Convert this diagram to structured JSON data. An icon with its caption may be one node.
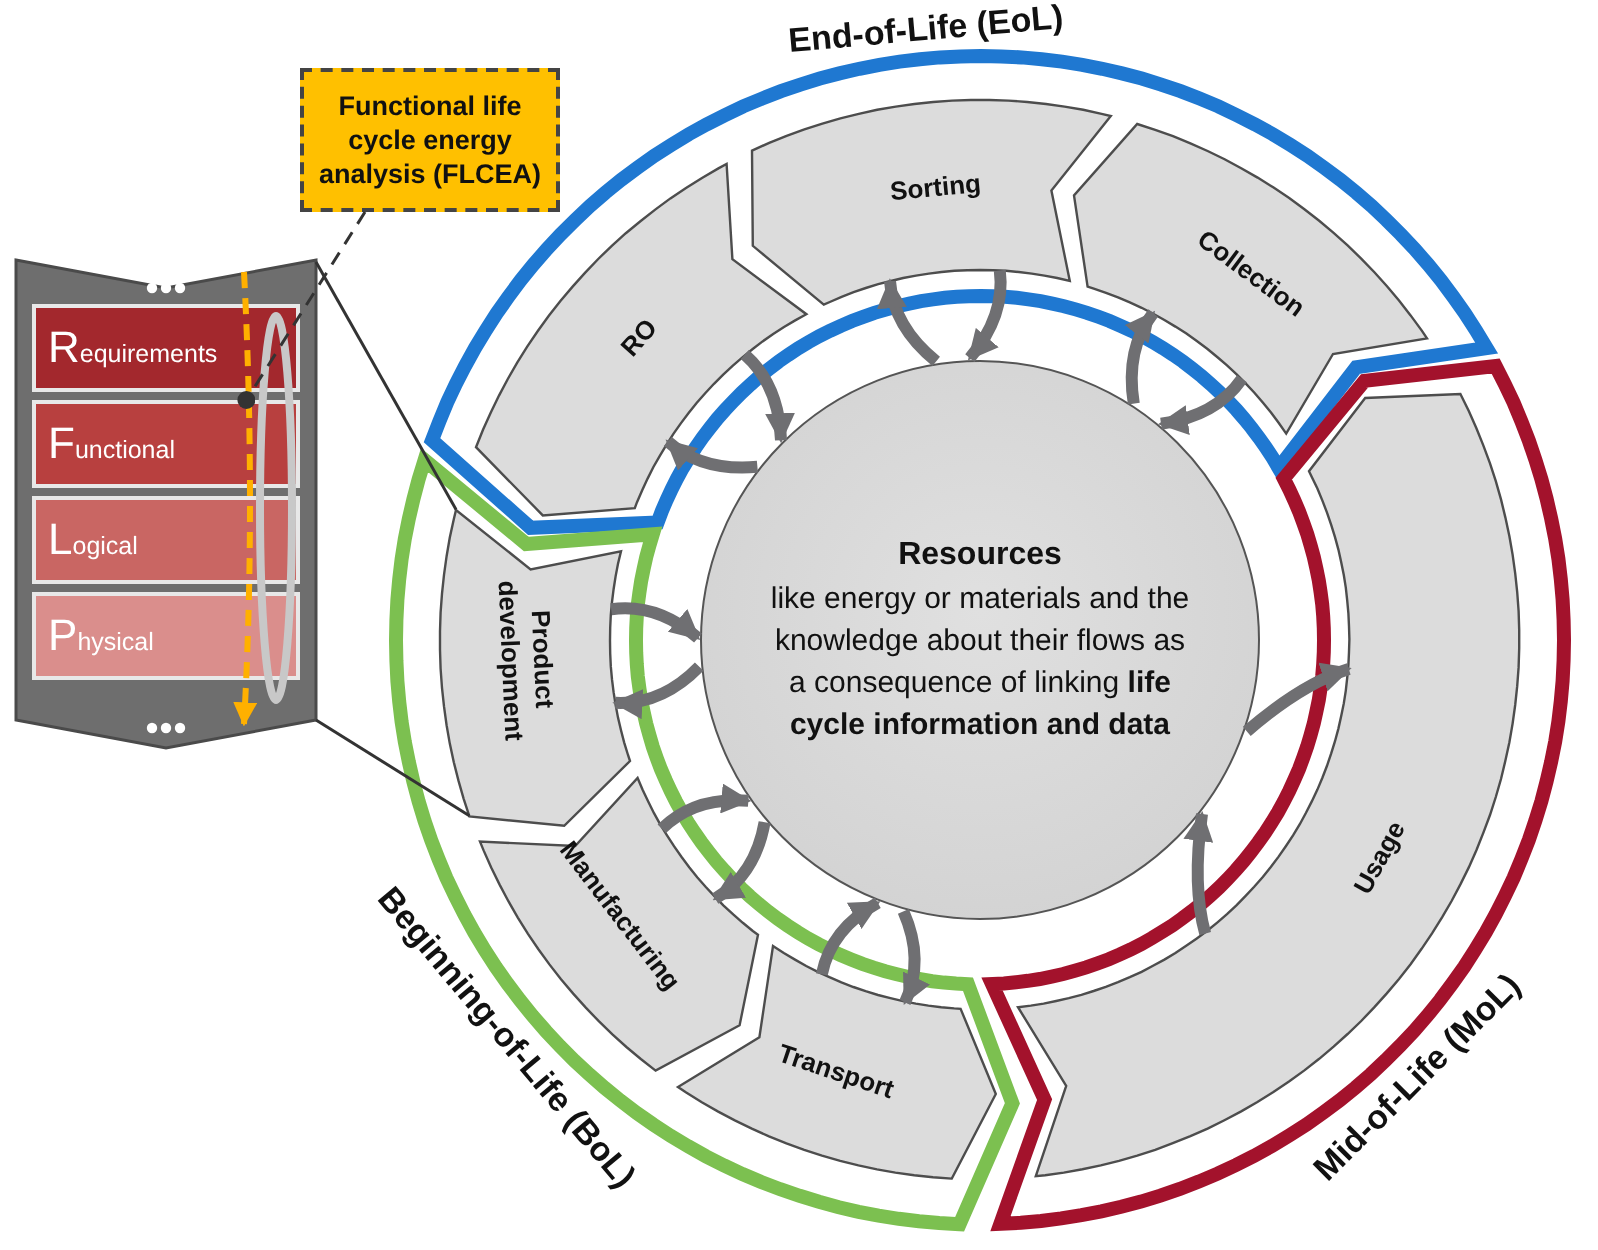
{
  "diagram": {
    "nodes": [
      {
        "text": [
          "Functional life cycle energy analysis (FLCEA)"
        ]
      },
      {
        "text": [],
        "shape": "box"
      },
      {
        "text": [
          "Requirements"
        ],
        "in": 1
      },
      {
        "text": [
          "Functional"
        ],
        "in": 1
      },
      {
        "text": [
          "Logical"
        ],
        "in": 1
      },
      {
        "text": [
          "Physical"
        ],
        "in": 1
      },
      {
        "text": [
          "End-of-Life (EoL)"
        ]
      },
      {
        "text": [
          "RO"
        ],
        "in": 6
      },
      {
        "text": [
          "Sorting"
        ],
        "in": 6
      },
      {
        "text": [
          "Collection"
        ],
        "in": 6
      },
      {
        "text": [
          "Mid-of-Life (MoL)"
        ]
      },
      {
        "text": [
          "Usage"
        ],
        "in": 10
      },
      {
        "text": [
          "Beginning-of-Life (BoL)"
        ]
      },
      {
        "text": [
          "Product development"
        ],
        "in": 12
      },
      {
        "text": [
          "Manufacturing"
        ],
        "in": 12
      },
      {
        "text": [
          "Transport"
        ],
        "in": 12
      },
      {
        "text": [
          "Resources",
          "like energy or materials and the knowledge about their flows as a consequence of linking **life cycle information and data**"
        ]
      }
    ],
    "edges": [
      {
        "from": 0,
        "to": 3,
        "arrow": "other",
        "style": "dashed",
        "color": "#333333"
      },
      {
        "from": 1,
        "to": 13,
        "arrow": "none",
        "color": "#333333"
      },
      {
        "from": 1,
        "to": 13,
        "arrow": "none",
        "color": "#333333"
      },
      {
        "from": 7,
        "to": 16,
        "arrow": "to"
      },
      {
        "from": 16,
        "to": 7,
        "arrow": "to"
      },
      {
        "from": 8,
        "to": 16,
        "arrow": "to"
      },
      {
        "from": 16,
        "to": 8,
        "arrow": "to"
      },
      {
        "from": 9,
        "to": 16,
        "arrow": "to"
      },
      {
        "from": 16,
        "to": 9,
        "arrow": "to"
      },
      {
        "from": 11,
        "to": 16,
        "arrow": "to"
      },
      {
        "from": 16,
        "to": 11,
        "arrow": "to"
      },
      {
        "from": 13,
        "to": 16,
        "arrow": "to"
      },
      {
        "from": 16,
        "to": 13,
        "arrow": "to"
      },
      {
        "from": 14,
        "to": 16,
        "arrow": "to"
      },
      {
        "from": 16,
        "to": 14,
        "arrow": "to"
      },
      {
        "from": 15,
        "to": 16,
        "arrow": "to"
      },
      {
        "from": 16,
        "to": 15,
        "arrow": "to"
      }
    ]
  }
}
